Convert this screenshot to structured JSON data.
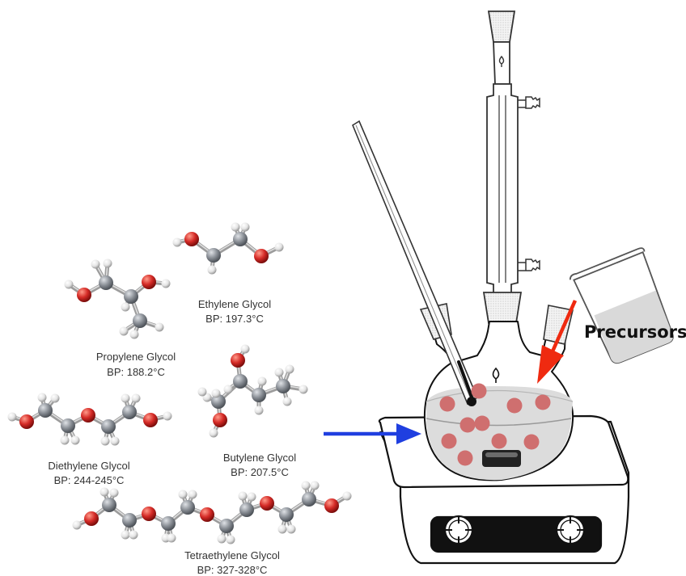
{
  "molecules": [
    {
      "id": "ethylene",
      "name": "Ethylene Glycol",
      "bp": "BP: 197.3°C"
    },
    {
      "id": "propylene",
      "name": "Propylene Glycol",
      "bp": "BP: 188.2°C"
    },
    {
      "id": "diethylene",
      "name": "Diethylene Glycol",
      "bp": "BP: 244-245°C"
    },
    {
      "id": "butylene",
      "name": "Butylene Glycol",
      "bp": "BP: 207.5°C"
    },
    {
      "id": "tetraethylene",
      "name": "Tetraethylene Glycol",
      "bp": "BP: 327-328°C"
    }
  ],
  "apparatus": {
    "precursors_label": "Precursors"
  },
  "colors": {
    "carbon": "#8a8f96",
    "oxygen": "#d42a26",
    "hydrogen": "#e6e6e6",
    "particle": "#cf6f6f",
    "heat_arrow": "#1f3fe0",
    "precursor_arrow": "#ef2a10",
    "liquid": "#dcdcdc"
  }
}
